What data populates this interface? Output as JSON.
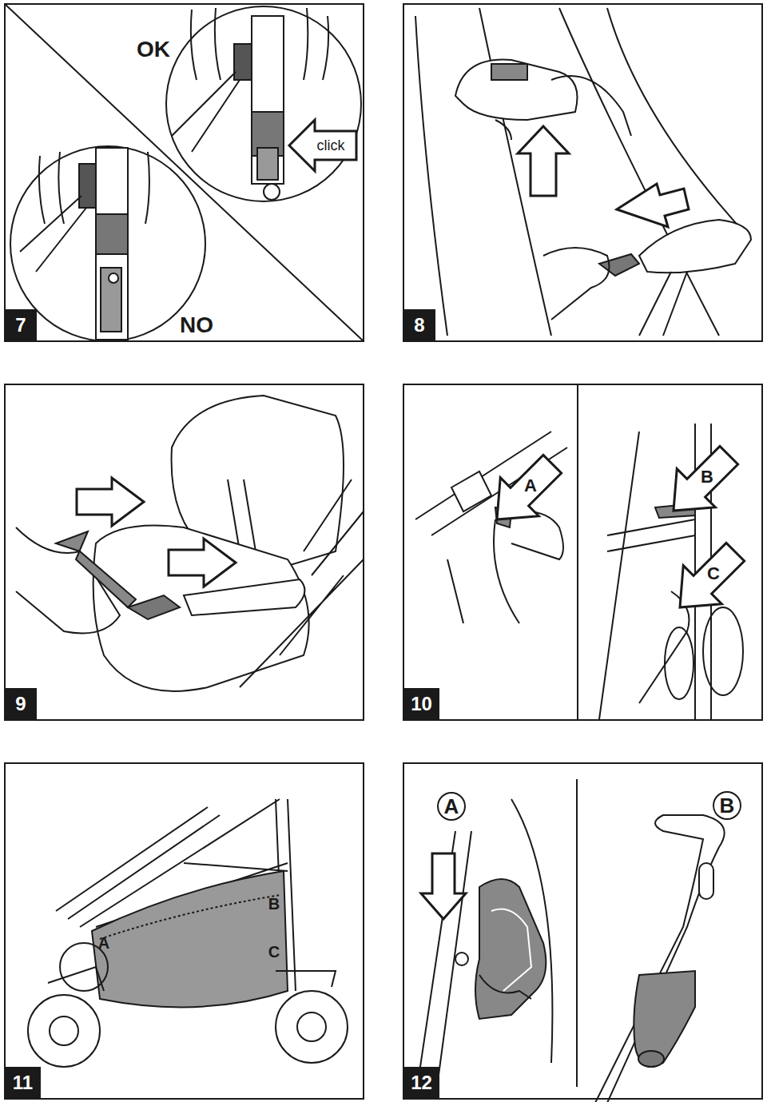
{
  "diagram": {
    "nodes": [
      {
        "text": [
          "7"
        ]
      },
      {
        "text": [
          "8"
        ]
      },
      {
        "text": [
          "9"
        ]
      },
      {
        "text": [
          "10"
        ]
      },
      {
        "text": [
          "11"
        ]
      },
      {
        "text": [
          "A"
        ]
      },
      {
        "text": [
          "B"
        ]
      },
      {
        "text": [
          "12"
        ]
      }
    ],
    "labels": [
      "OK",
      "click",
      "NO",
      "A",
      "B",
      "C",
      "A",
      "B",
      "C"
    ]
  }
}
